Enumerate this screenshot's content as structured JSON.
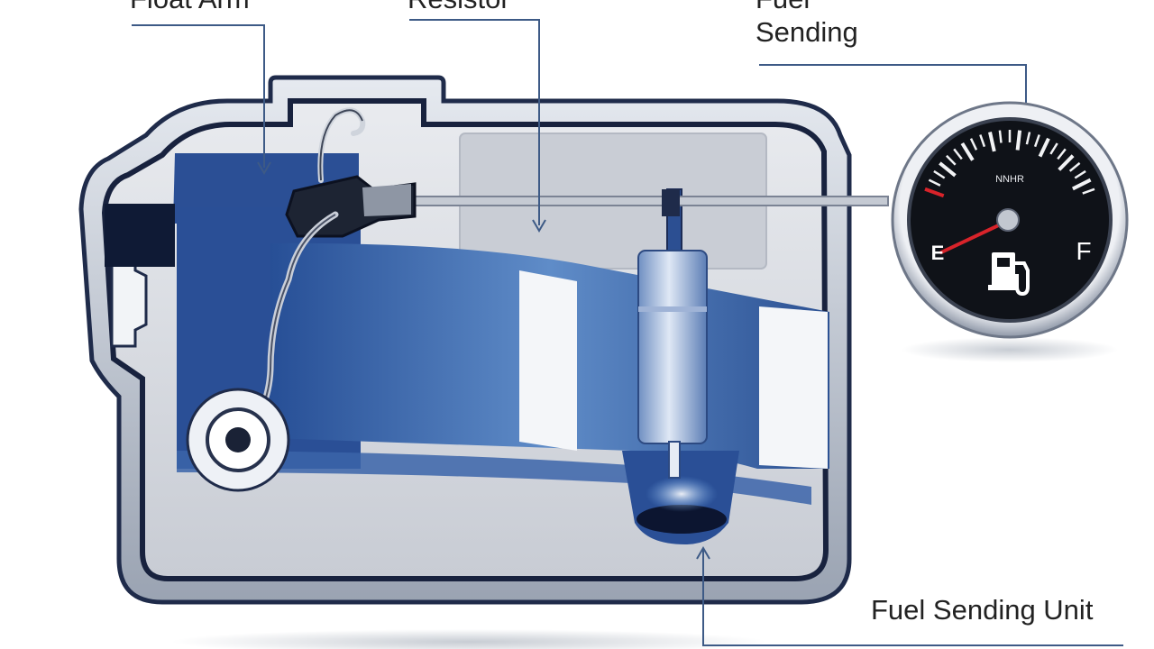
{
  "labels": {
    "float_arm": "Float Arm",
    "resistor": "Resistor",
    "fuel_sending_line1": "Fuel",
    "fuel_sending_line2": "Sending",
    "fuel_sending_unit": "Fuel Sending Unit"
  },
  "gauge": {
    "brand_text": "NNHR",
    "empty_mark": "E",
    "full_mark": "F",
    "needle_color": "#d8232a",
    "fuel_icon": "fuel-pump-icon"
  },
  "colors": {
    "tank_frame": "#1f2b4a",
    "fuel_blue": "#2f5aa3",
    "leader_line": "#3d5a86"
  }
}
